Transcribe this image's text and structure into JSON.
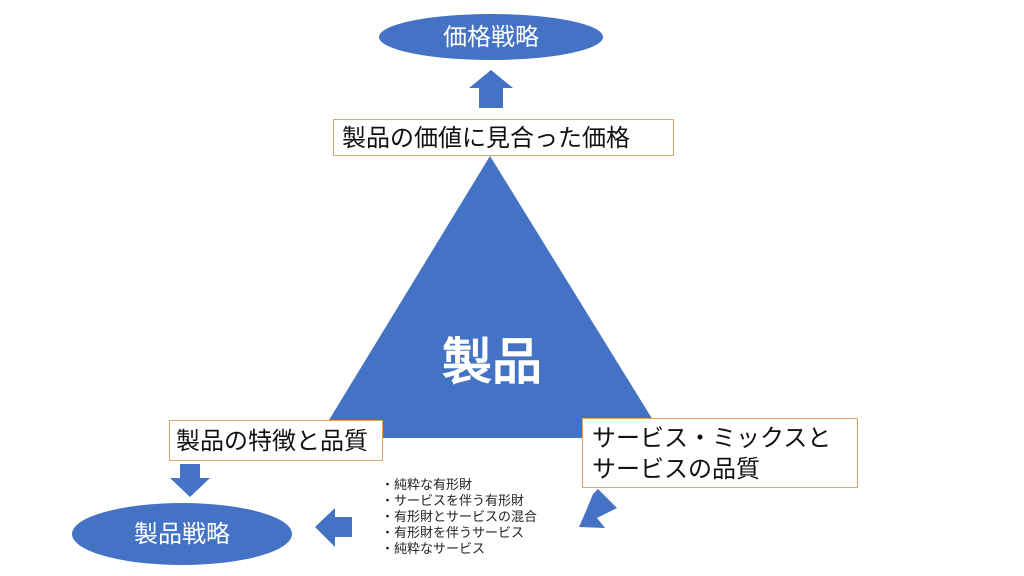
{
  "colors": {
    "shape_fill": "#4472c4",
    "box_border": "#e3a26a",
    "text_light": "#ffffff",
    "text_dark": "#111111"
  },
  "center": {
    "label": "製品"
  },
  "pricing": {
    "strategy_label": "価格戦略",
    "box_label": "製品の価値に見合った価格"
  },
  "product": {
    "strategy_label": "製品戦略",
    "box_label": "製品の特徴と品質"
  },
  "service": {
    "box_line1": "サービス・ミックスと",
    "box_line2": "サービスの品質",
    "mix_items": [
      "・純粋な有形財",
      "・サービスを伴う有形財",
      "・有形財とサービスの混合",
      "・有形財を伴うサービス",
      "・純粋なサービス"
    ]
  },
  "icons": {
    "up_arrow": "arrow-up-icon",
    "down_arrow": "arrow-down-icon",
    "left_arrow": "arrow-left-icon",
    "down_left_arrow": "arrow-down-left-icon"
  }
}
